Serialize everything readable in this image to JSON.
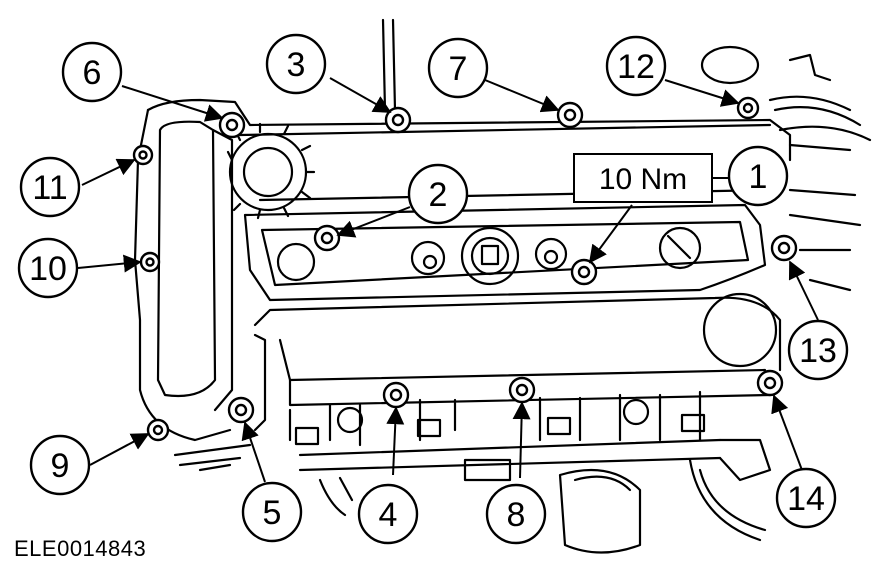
{
  "figure_code": "ELE0014843",
  "torque_label": "10 Nm",
  "callouts": [
    {
      "label": "1"
    },
    {
      "label": "2"
    },
    {
      "label": "3"
    },
    {
      "label": "4"
    },
    {
      "label": "5"
    },
    {
      "label": "6"
    },
    {
      "label": "7"
    },
    {
      "label": "8"
    },
    {
      "label": "9"
    },
    {
      "label": "10"
    },
    {
      "label": "11"
    },
    {
      "label": "12"
    },
    {
      "label": "13"
    },
    {
      "label": "14"
    }
  ],
  "colors": {
    "line": "#000000",
    "background": "#ffffff",
    "fill": "#ffffff"
  }
}
